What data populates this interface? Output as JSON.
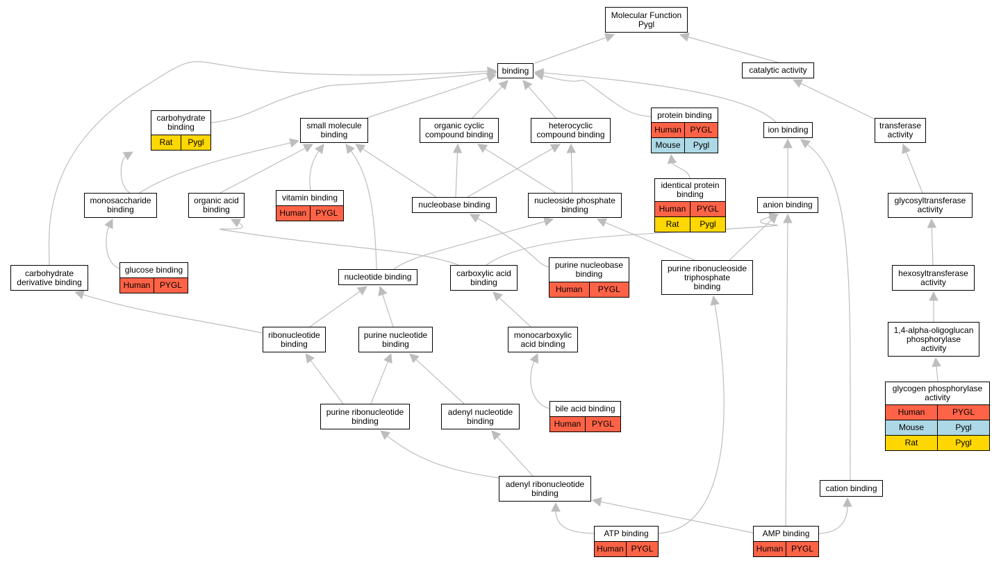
{
  "colors": {
    "edge": "#bdbdbd",
    "Human": "#ff6347",
    "Mouse": "#add8e6",
    "Rat": "#ffd700"
  },
  "nodes": [
    {
      "id": "molecular-function",
      "label": "Molecular Function\nPygl"
    },
    {
      "id": "binding",
      "label": "binding"
    },
    {
      "id": "catalytic-activity",
      "label": "catalytic activity"
    },
    {
      "id": "carbohydrate-binding",
      "label": "carbohydrate\nbinding",
      "annotations": [
        {
          "species": "Rat",
          "gene": "Pygl"
        }
      ]
    },
    {
      "id": "small-molecule-binding",
      "label": "small molecule\nbinding"
    },
    {
      "id": "organic-cyclic-compound-binding",
      "label": "organic cyclic\ncompound binding"
    },
    {
      "id": "heterocyclic-compound-binding",
      "label": "heterocyclic\ncompound binding"
    },
    {
      "id": "protein-binding",
      "label": "protein binding",
      "annotations": [
        {
          "species": "Human",
          "gene": "PYGL"
        },
        {
          "species": "Mouse",
          "gene": "Pygl"
        }
      ]
    },
    {
      "id": "ion-binding",
      "label": "ion binding"
    },
    {
      "id": "transferase-activity",
      "label": "transferase\nactivity"
    },
    {
      "id": "identical-protein-binding",
      "label": "identical protein\nbinding",
      "annotations": [
        {
          "species": "Human",
          "gene": "PYGL"
        },
        {
          "species": "Rat",
          "gene": "Pygl"
        }
      ]
    },
    {
      "id": "monosaccharide-binding",
      "label": "monosaccharide\nbinding"
    },
    {
      "id": "organic-acid-binding",
      "label": "organic acid\nbinding"
    },
    {
      "id": "vitamin-binding",
      "label": "vitamin binding",
      "annotations": [
        {
          "species": "Human",
          "gene": "PYGL"
        }
      ]
    },
    {
      "id": "nucleobase-binding",
      "label": "nucleobase binding"
    },
    {
      "id": "nucleoside-phosphate-binding",
      "label": "nucleoside phosphate\nbinding"
    },
    {
      "id": "anion-binding",
      "label": "anion binding"
    },
    {
      "id": "glycosyltransferase-activity",
      "label": "glycosyltransferase\nactivity"
    },
    {
      "id": "carbohydrate-derivative-binding",
      "label": "carbohydrate\nderivative binding"
    },
    {
      "id": "glucose-binding",
      "label": "glucose binding",
      "annotations": [
        {
          "species": "Human",
          "gene": "PYGL"
        }
      ]
    },
    {
      "id": "nucleotide-binding",
      "label": "nucleotide binding"
    },
    {
      "id": "carboxylic-acid-binding",
      "label": "carboxylic acid\nbinding"
    },
    {
      "id": "purine-nucleobase-binding",
      "label": "purine nucleobase\nbinding",
      "annotations": [
        {
          "species": "Human",
          "gene": "PYGL"
        }
      ]
    },
    {
      "id": "purine-ribonucleoside-triphosphate-binding",
      "label": "purine ribonucleoside\ntriphosphate\nbinding"
    },
    {
      "id": "hexosyltransferase-activity",
      "label": "hexosyltransferase\nactivity"
    },
    {
      "id": "ribonucleotide-binding",
      "label": "ribonucleotide\nbinding"
    },
    {
      "id": "purine-nucleotide-binding",
      "label": "purine nucleotide\nbinding"
    },
    {
      "id": "monocarboxylic-acid-binding",
      "label": "monocarboxylic\nacid binding"
    },
    {
      "id": "oligoglucan-phosphorylase-activity",
      "label": "1,4-alpha-oligoglucan\nphosphorylase\nactivity"
    },
    {
      "id": "glycogen-phosphorylase-activity",
      "label": "glycogen phosphorylase\nactivity",
      "annotations": [
        {
          "species": "Human",
          "gene": "PYGL"
        },
        {
          "species": "Mouse",
          "gene": "Pygl"
        },
        {
          "species": "Rat",
          "gene": "Pygl"
        }
      ]
    },
    {
      "id": "purine-ribonucleotide-binding",
      "label": "purine ribonucleotide\nbinding"
    },
    {
      "id": "adenyl-nucleotide-binding",
      "label": "adenyl nucleotide\nbinding"
    },
    {
      "id": "bile-acid-binding",
      "label": "bile acid binding",
      "annotations": [
        {
          "species": "Human",
          "gene": "PYGL"
        }
      ]
    },
    {
      "id": "adenyl-ribonucleotide-binding",
      "label": "adenyl ribonucleotide\nbinding"
    },
    {
      "id": "cation-binding",
      "label": "cation binding"
    },
    {
      "id": "atp-binding",
      "label": "ATP binding",
      "annotations": [
        {
          "species": "Human",
          "gene": "PYGL"
        }
      ]
    },
    {
      "id": "amp-binding",
      "label": "AMP binding",
      "annotations": [
        {
          "species": "Human",
          "gene": "PYGL"
        }
      ]
    }
  ],
  "edges": [
    {
      "from": "binding",
      "to": "molecular-function"
    },
    {
      "from": "catalytic-activity",
      "to": "molecular-function"
    },
    {
      "from": "carbohydrate-binding",
      "to": "binding"
    },
    {
      "from": "small-molecule-binding",
      "to": "binding"
    },
    {
      "from": "organic-cyclic-compound-binding",
      "to": "binding"
    },
    {
      "from": "heterocyclic-compound-binding",
      "to": "binding"
    },
    {
      "from": "protein-binding",
      "to": "binding"
    },
    {
      "from": "ion-binding",
      "to": "binding"
    },
    {
      "from": "carbohydrate-derivative-binding",
      "to": "binding"
    },
    {
      "from": "transferase-activity",
      "to": "catalytic-activity"
    },
    {
      "from": "identical-protein-binding",
      "to": "protein-binding"
    },
    {
      "from": "monosaccharide-binding",
      "to": "carbohydrate-binding"
    },
    {
      "from": "monosaccharide-binding",
      "to": "small-molecule-binding"
    },
    {
      "from": "organic-acid-binding",
      "to": "small-molecule-binding"
    },
    {
      "from": "vitamin-binding",
      "to": "small-molecule-binding"
    },
    {
      "from": "nucleobase-binding",
      "to": "small-molecule-binding"
    },
    {
      "from": "nucleobase-binding",
      "to": "organic-cyclic-compound-binding"
    },
    {
      "from": "nucleobase-binding",
      "to": "heterocyclic-compound-binding"
    },
    {
      "from": "nucleoside-phosphate-binding",
      "to": "organic-cyclic-compound-binding"
    },
    {
      "from": "nucleoside-phosphate-binding",
      "to": "heterocyclic-compound-binding"
    },
    {
      "from": "nucleotide-binding",
      "to": "small-molecule-binding"
    },
    {
      "from": "nucleotide-binding",
      "to": "nucleoside-phosphate-binding"
    },
    {
      "from": "anion-binding",
      "to": "ion-binding"
    },
    {
      "from": "cation-binding",
      "to": "ion-binding"
    },
    {
      "from": "glycosyltransferase-activity",
      "to": "transferase-activity"
    },
    {
      "from": "glucose-binding",
      "to": "monosaccharide-binding"
    },
    {
      "from": "carboxylic-acid-binding",
      "to": "organic-acid-binding"
    },
    {
      "from": "carboxylic-acid-binding",
      "to": "anion-binding"
    },
    {
      "from": "purine-nucleobase-binding",
      "to": "nucleobase-binding"
    },
    {
      "from": "purine-ribonucleoside-triphosphate-binding",
      "to": "nucleoside-phosphate-binding"
    },
    {
      "from": "purine-ribonucleoside-triphosphate-binding",
      "to": "anion-binding"
    },
    {
      "from": "hexosyltransferase-activity",
      "to": "glycosyltransferase-activity"
    },
    {
      "from": "ribonucleotide-binding",
      "to": "nucleotide-binding"
    },
    {
      "from": "ribonucleotide-binding",
      "to": "carbohydrate-derivative-binding"
    },
    {
      "from": "purine-nucleotide-binding",
      "to": "nucleotide-binding"
    },
    {
      "from": "monocarboxylic-acid-binding",
      "to": "carboxylic-acid-binding"
    },
    {
      "from": "oligoglucan-phosphorylase-activity",
      "to": "hexosyltransferase-activity"
    },
    {
      "from": "glycogen-phosphorylase-activity",
      "to": "oligoglucan-phosphorylase-activity"
    },
    {
      "from": "purine-ribonucleotide-binding",
      "to": "ribonucleotide-binding"
    },
    {
      "from": "purine-ribonucleotide-binding",
      "to": "purine-nucleotide-binding"
    },
    {
      "from": "adenyl-nucleotide-binding",
      "to": "purine-nucleotide-binding"
    },
    {
      "from": "bile-acid-binding",
      "to": "monocarboxylic-acid-binding"
    },
    {
      "from": "adenyl-ribonucleotide-binding",
      "to": "purine-ribonucleotide-binding"
    },
    {
      "from": "adenyl-ribonucleotide-binding",
      "to": "adenyl-nucleotide-binding"
    },
    {
      "from": "atp-binding",
      "to": "adenyl-ribonucleotide-binding"
    },
    {
      "from": "atp-binding",
      "to": "purine-ribonucleoside-triphosphate-binding"
    },
    {
      "from": "amp-binding",
      "to": "adenyl-ribonucleotide-binding"
    },
    {
      "from": "amp-binding",
      "to": "anion-binding"
    },
    {
      "from": "amp-binding",
      "to": "cation-binding"
    }
  ]
}
